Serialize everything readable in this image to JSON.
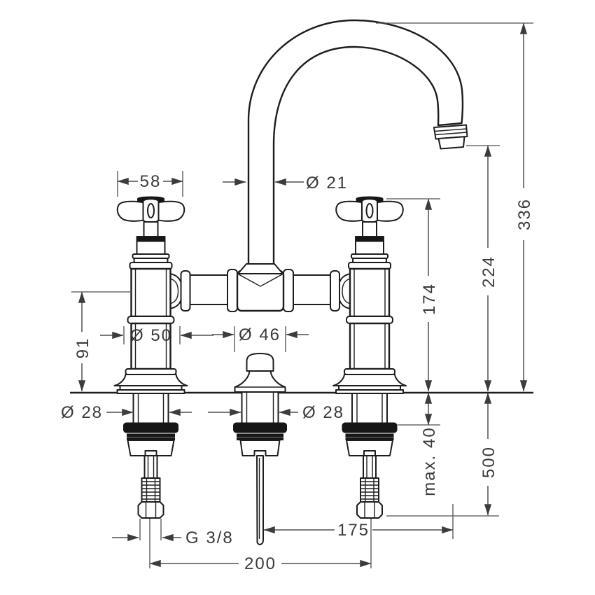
{
  "drawing": {
    "colors": {
      "background": "#ffffff",
      "outline": "#1d1d1d",
      "dimension_lines": "#4f4f4f",
      "text": "#3a3a3a"
    },
    "labels": {
      "handle_width": "58",
      "spout_tube_diameter": "Ø 21",
      "height_total": "336",
      "height_spout_outlet": "224",
      "height_handle_top": "174",
      "height_body": "91",
      "base_diameter": "Ø 50",
      "waste_knob_diameter": "Ø 46",
      "shank_diameter_left": "Ø 28",
      "shank_diameter_waste": "Ø 28",
      "mounting_thickness": "max. 40",
      "hose_length": "500",
      "rod_projection": "175",
      "thread": "G 3/8",
      "centre_distance": "200"
    }
  }
}
